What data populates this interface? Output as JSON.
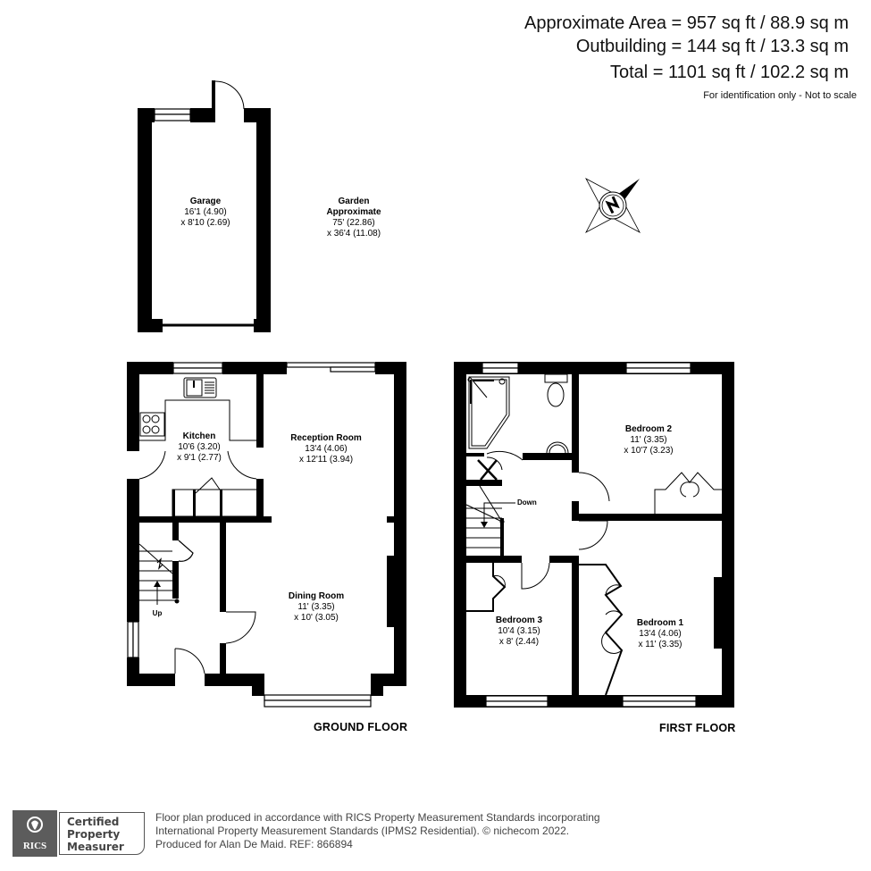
{
  "header": {
    "approx_area": "Approximate Area = 957 sq ft / 88.9 sq m",
    "outbuilding": "Outbuilding = 144 sq ft / 13.3 sq m",
    "total": "Total = 1101 sq ft / 102.2 sq m",
    "note": "For identification only - Not to scale"
  },
  "compass": {
    "icon": "north-compass-icon",
    "letter": "N"
  },
  "outbuilding": {
    "garage": {
      "name": "Garage",
      "dim1": "16'1 (4.90)",
      "dim2": "x 8'10 (2.69)"
    },
    "garden": {
      "name": "Garden",
      "name2": "Approximate",
      "dim1": "75' (22.86)",
      "dim2": "x 36'4 (11.08)"
    }
  },
  "ground_floor": {
    "title": "GROUND FLOOR",
    "rooms": [
      {
        "name": "Kitchen",
        "dim1": "10'6 (3.20)",
        "dim2": "x 9'1 (2.77)"
      },
      {
        "name": "Reception Room",
        "dim1": "13'4 (4.06)",
        "dim2": "x 12'11 (3.94)"
      },
      {
        "name": "Dining Room",
        "dim1": "11' (3.35)",
        "dim2": "x 10' (3.05)"
      }
    ],
    "stairs_label": "Up"
  },
  "first_floor": {
    "title": "FIRST FLOOR",
    "rooms": [
      {
        "name": "Bedroom 2",
        "dim1": "11' (3.35)",
        "dim2": "x 10'7 (3.23)"
      },
      {
        "name": "Bedroom 3",
        "dim1": "10'4 (3.15)",
        "dim2": "x 8' (2.44)"
      },
      {
        "name": "Bedroom 1",
        "dim1": "13'4 (4.06)",
        "dim2": "x 11' (3.35)"
      }
    ],
    "stairs_label": "Down"
  },
  "footer": {
    "rics_logo_text": "RICS",
    "cert_line1": "Certified",
    "cert_line2": "Property",
    "cert_line3": "Measurer",
    "line1": "Floor plan produced in accordance with RICS Property Measurement Standards incorporating",
    "line2": "International Property Measurement Standards (IPMS2 Residential).   © nichecom 2022.",
    "line3": "Produced for Alan De Maid.   REF: 866894"
  },
  "colors": {
    "wall": "#000000",
    "logo_grey": "#5c5c5c",
    "footer_text": "#444444"
  }
}
